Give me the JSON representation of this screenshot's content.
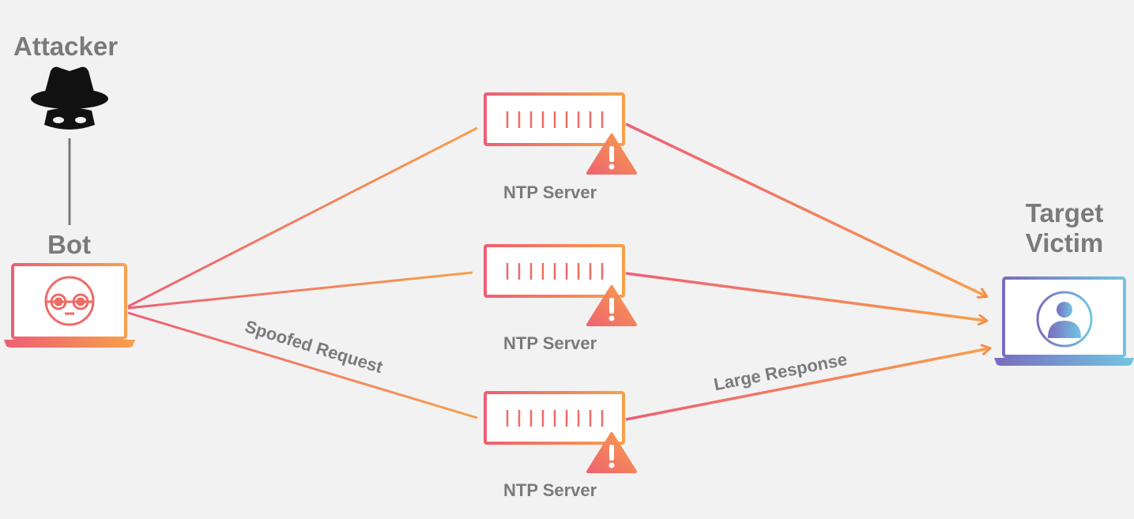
{
  "labels": {
    "attacker": "Attacker",
    "bot": "Bot",
    "target_line1": "Target",
    "target_line2": "Victim",
    "server": "NTP Server",
    "spoofed": "Spoofed Request",
    "response": "Large Response"
  },
  "icons": {
    "attacker": "spy-icon",
    "bot": "robot-laptop-icon",
    "server": "server-icon",
    "warning": "warning-icon",
    "victim": "user-laptop-icon"
  },
  "colors": {
    "text": "#7a7a7a",
    "gradient_start": "#f06a6a",
    "gradient_end": "#f7a04b",
    "victim_start": "#7b6fc2",
    "victim_end": "#72c2e0",
    "background": "#f2f2f2"
  }
}
